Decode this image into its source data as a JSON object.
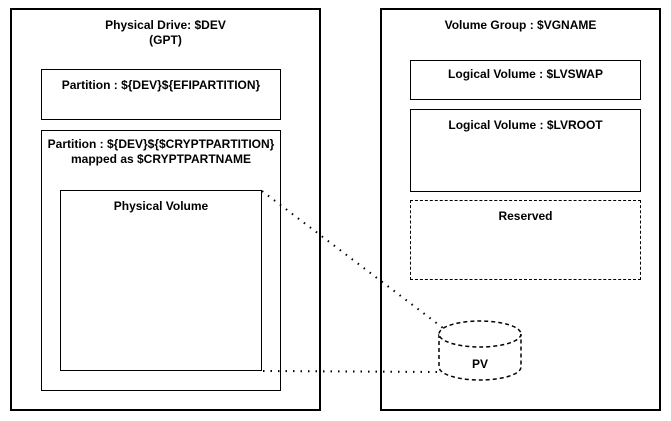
{
  "diagram": {
    "physical_drive": {
      "title_line1": "Physical Drive: $DEV",
      "title_line2": "(GPT)",
      "efi_partition_label": "Partition : ${DEV}${EFIPARTITION}",
      "crypt_partition_line1": "Partition : ${DEV}${$CRYPTPARTITION}",
      "crypt_partition_line2": "mapped as $CRYPTPARTNAME",
      "physical_volume_label": "Physical Volume"
    },
    "volume_group": {
      "title": "Volume Group : $VGNAME",
      "lv_swap_label": "Logical Volume : $LVSWAP",
      "lv_root_label": "Logical Volume : $LVROOT",
      "reserved_label": "Reserved"
    },
    "pv_cylinder": {
      "label": "PV"
    },
    "colors": {
      "stroke": "#000000",
      "background": "#ffffff"
    }
  }
}
